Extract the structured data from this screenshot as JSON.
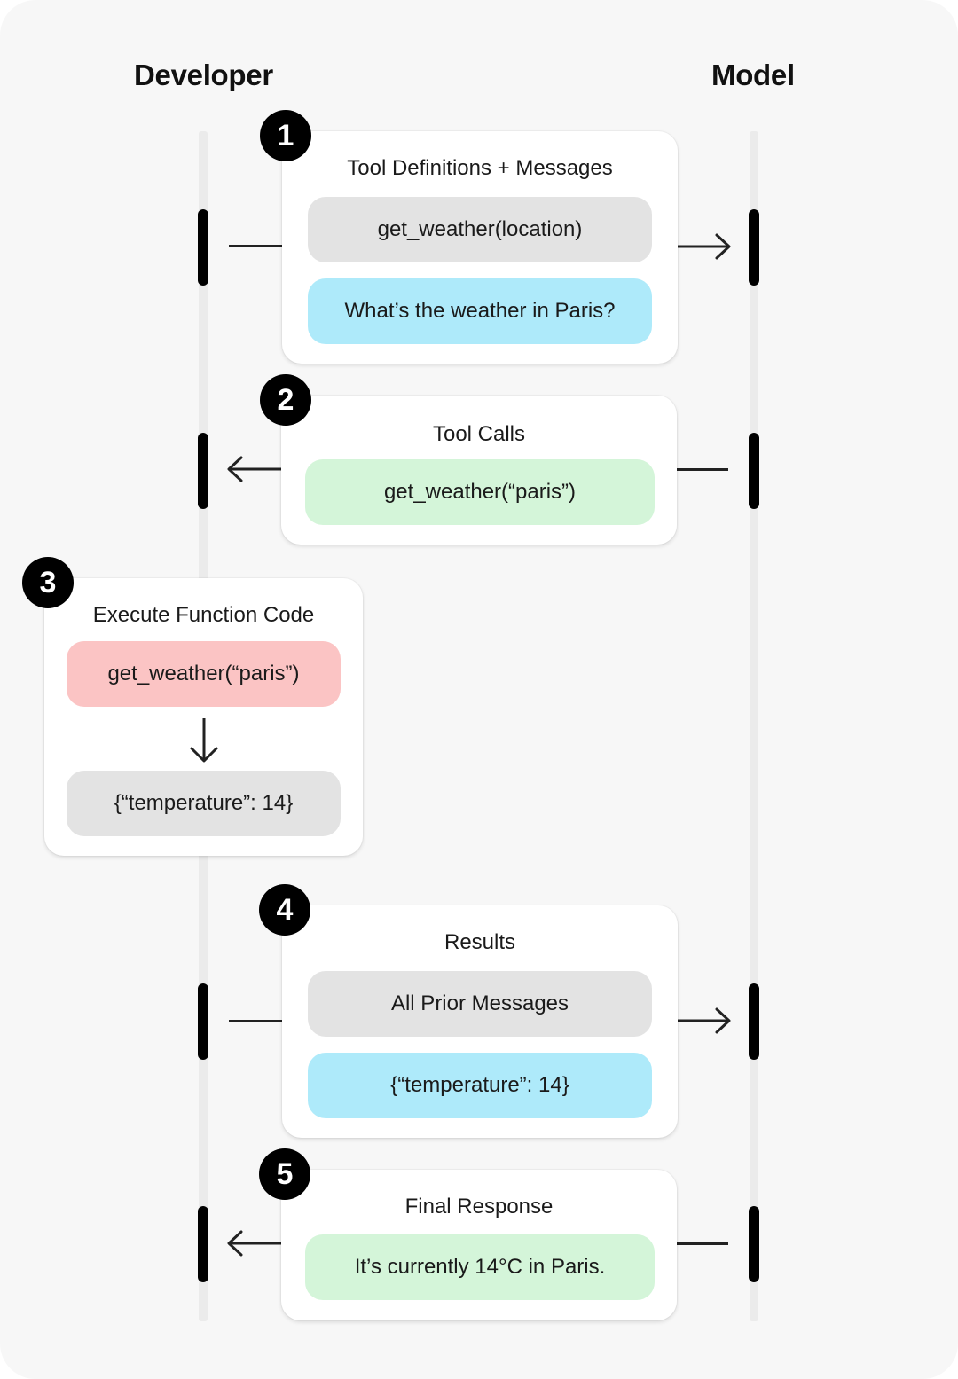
{
  "columns": {
    "developer": "Developer",
    "model": "Model"
  },
  "steps": [
    {
      "number": "1",
      "title": "Tool Definitions + Messages",
      "items": [
        "get_weather(location)",
        "What’s the weather in Paris?"
      ],
      "direction": "developer-to-model"
    },
    {
      "number": "2",
      "title": "Tool Calls",
      "items": [
        "get_weather(“paris”)"
      ],
      "direction": "model-to-developer"
    },
    {
      "number": "3",
      "title": "Execute Function Code",
      "items": [
        "get_weather(“paris”)",
        "{“temperature”: 14}"
      ]
    },
    {
      "number": "4",
      "title": "Results",
      "items": [
        "All Prior Messages",
        "{“temperature”: 14}"
      ],
      "direction": "developer-to-model"
    },
    {
      "number": "5",
      "title": "Final Response",
      "items": [
        "It’s currently 14°C in Paris."
      ],
      "direction": "model-to-developer"
    }
  ],
  "colors": {
    "gray": "#e3e3e3",
    "blue": "#aeeafa",
    "green": "#d4f5d9",
    "red": "#fbc4c4"
  }
}
